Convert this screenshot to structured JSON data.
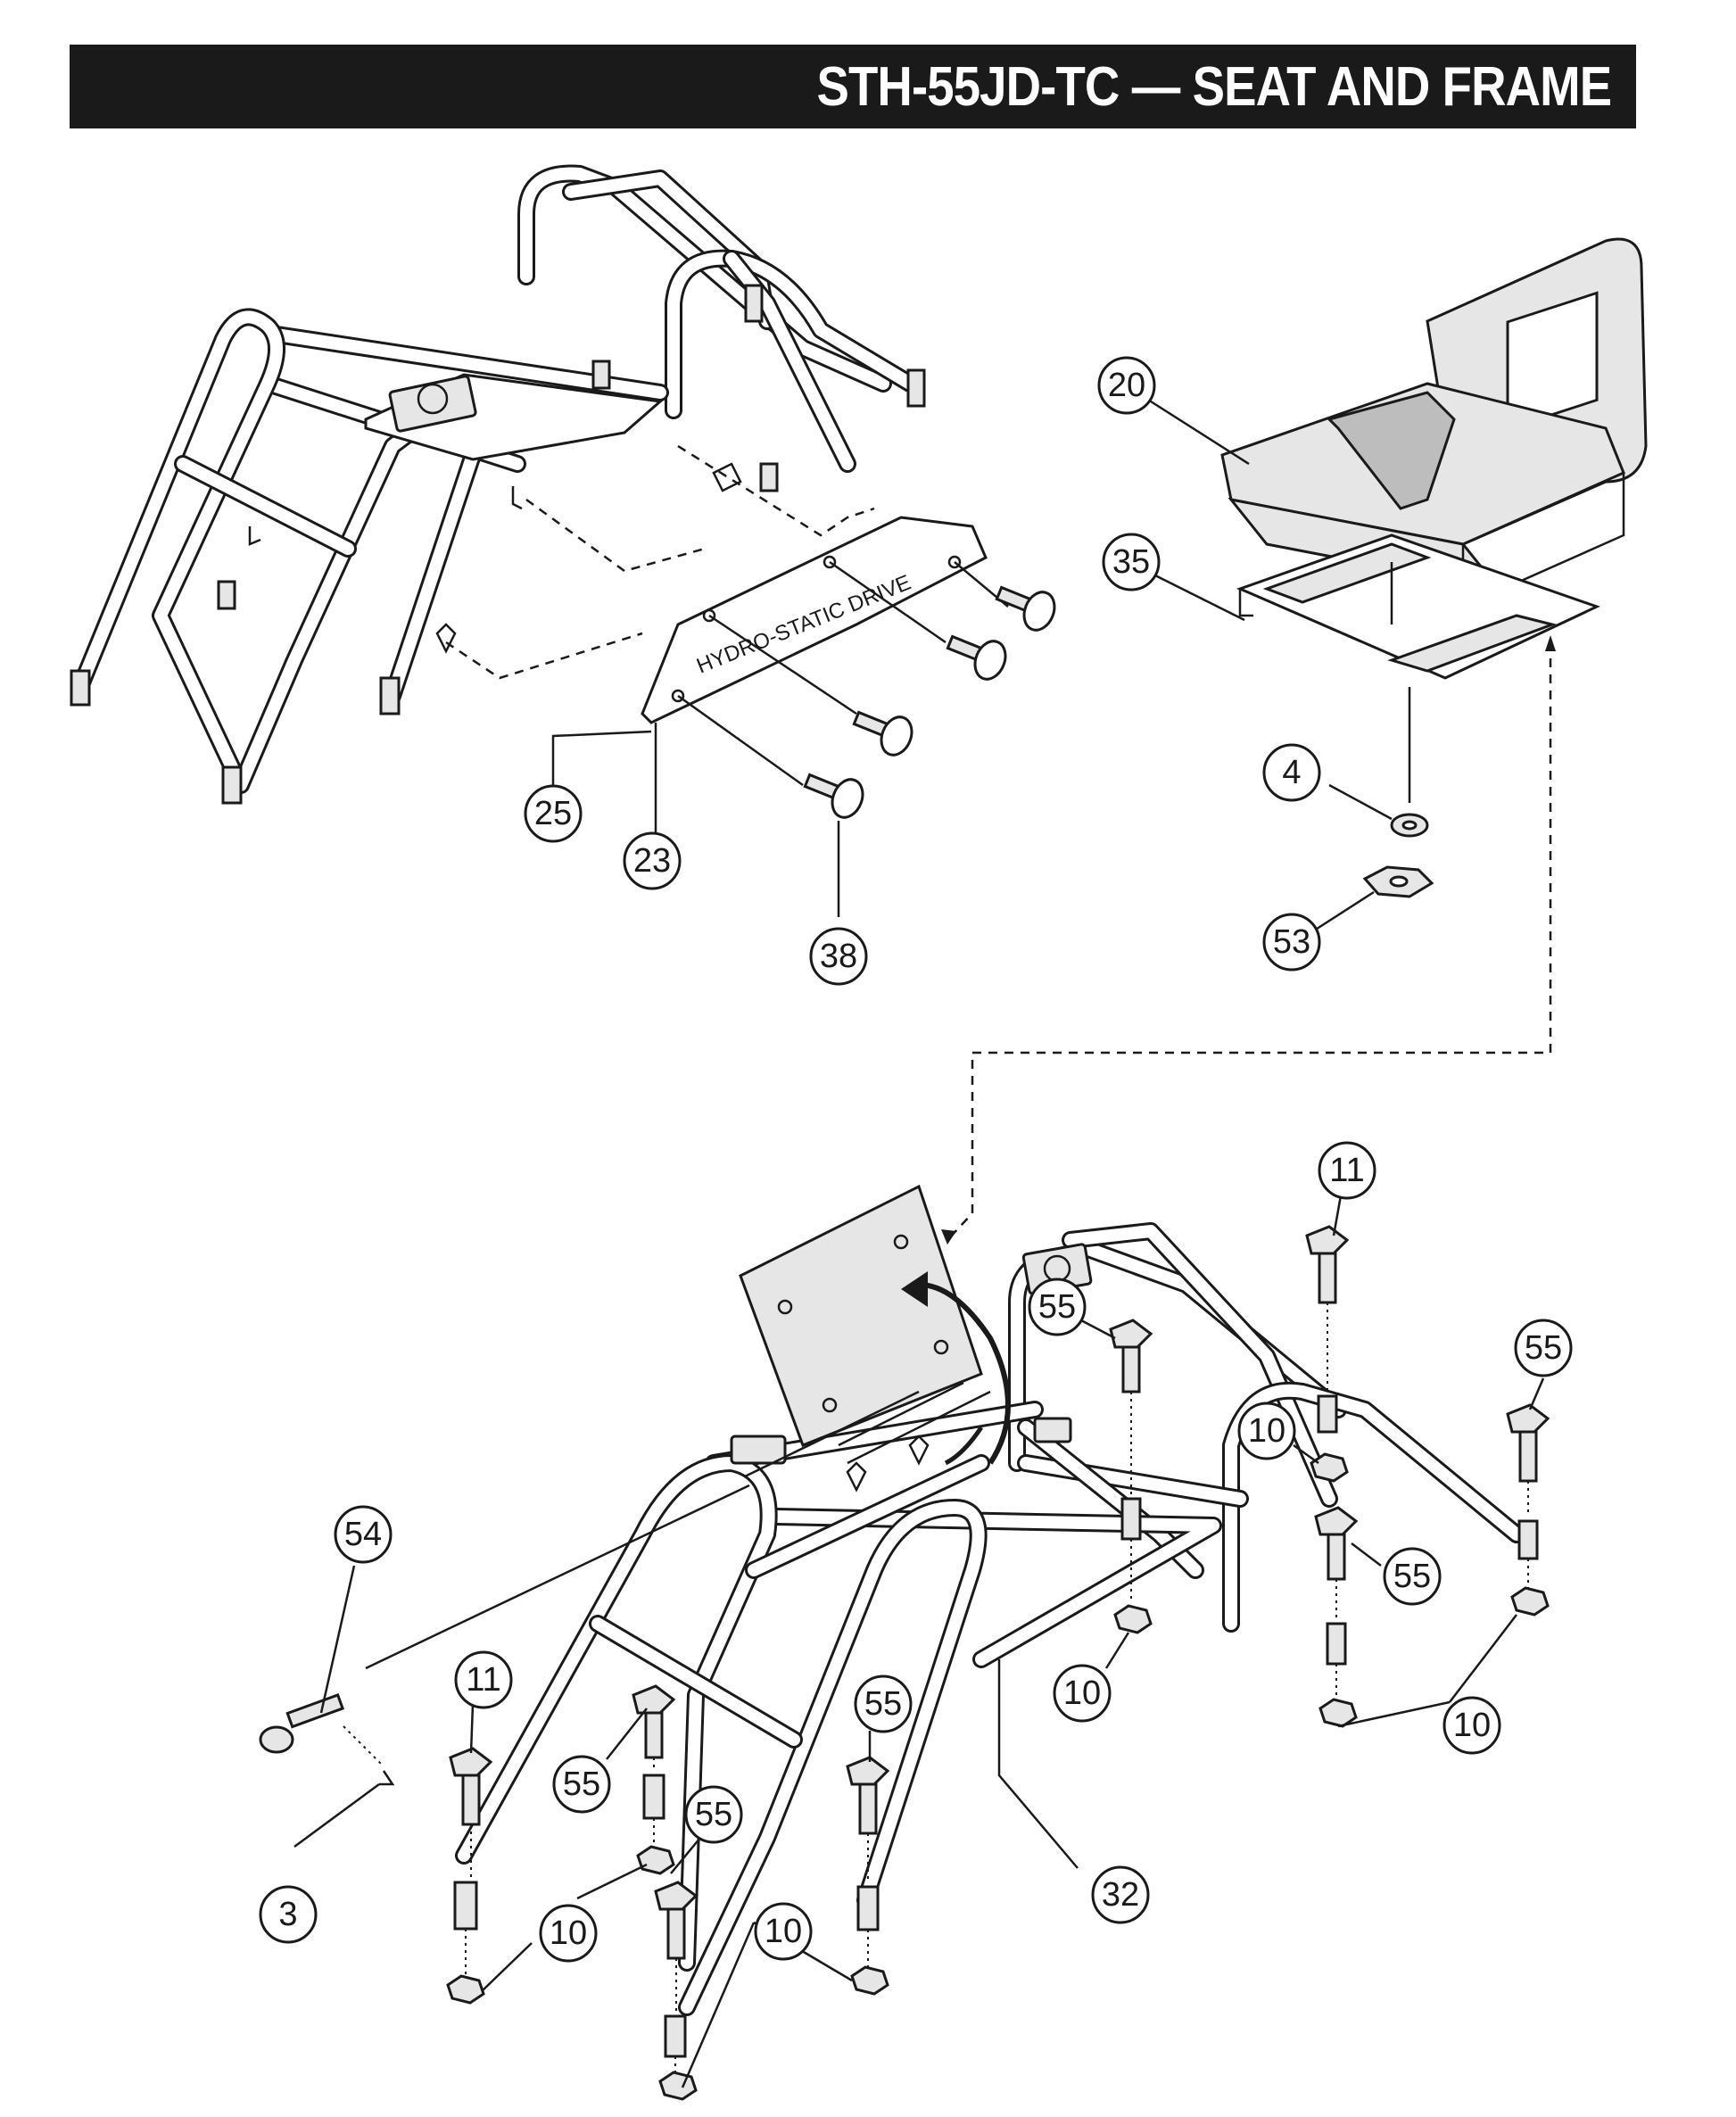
{
  "title": "STH-55JD-TC — SEAT AND FRAME",
  "plate_label": "HYDRO-STATIC DRIVE",
  "callouts": {
    "c20": "20",
    "c35": "35",
    "c4": "4",
    "c53": "53",
    "c25": "25",
    "c23": "23",
    "c38": "38",
    "c11a": "11",
    "c55a": "55",
    "c55b": "55",
    "c10a": "10",
    "c55c": "55",
    "c10b": "10",
    "c10c": "10",
    "c54": "54",
    "c11b": "11",
    "c55d": "55",
    "c55e": "55",
    "c55f": "55",
    "c3": "3",
    "c10d": "10",
    "c10e": "10",
    "c32": "32"
  }
}
